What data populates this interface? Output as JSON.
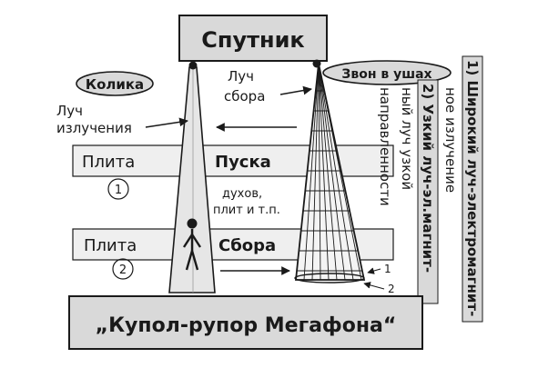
{
  "satellite": {
    "label": "Спутник"
  },
  "colic": {
    "label": "Колика"
  },
  "ringing": {
    "label": "Звон в ушах"
  },
  "emission_beam": {
    "line1": "Луч",
    "line2": "излучения"
  },
  "collect_beam": {
    "line1": "Луч",
    "line2": "сбора"
  },
  "launch_slab": {
    "left": "Плита",
    "right": "Пуска",
    "number": "1"
  },
  "collect_slab": {
    "left": "Плита",
    "right": "Сбора",
    "number": "2"
  },
  "spirits_note": {
    "line1": "духов,",
    "line2": "плит и т.п."
  },
  "cone_markers": {
    "one": "1",
    "two": "2"
  },
  "legend": {
    "item1_line1": "1) Широкий луч-электромагнит-",
    "item1_line2": "ное излучение",
    "item2_line1": "2) Узкий луч-эл.магнит-",
    "item2_line2": "ный луч узкой",
    "item2_line3": "направленности"
  },
  "dome": {
    "label": "„Купол-рупор Мегафона“"
  },
  "colors": {
    "ink": "#1a1a1a",
    "box_fill": "#d9d9d9",
    "beam_fill": "#e6e6e6",
    "slab_fill": "#efefef"
  }
}
